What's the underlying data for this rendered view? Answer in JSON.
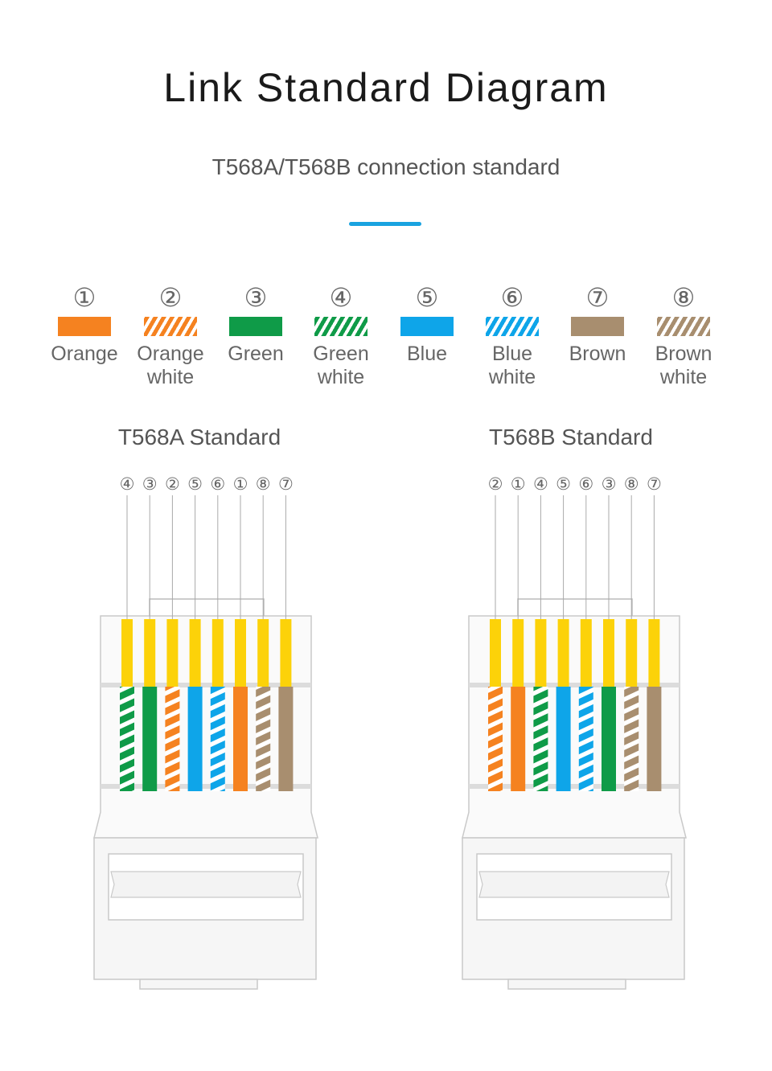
{
  "title": "Link Standard Diagram",
  "subtitle": "T568A/T568B connection standard",
  "colors": {
    "accent": "#1aa3e0",
    "orange": "#f58220",
    "green": "#0f9b48",
    "blue": "#0ea5e9",
    "brown": "#a88e6f",
    "contact": "#fcd209"
  },
  "legend": [
    {
      "num": "①",
      "label": "Orange",
      "color": "orange",
      "striped": false
    },
    {
      "num": "②",
      "label": "Orange\nwhite",
      "color": "orange",
      "striped": true
    },
    {
      "num": "③",
      "label": "Green",
      "color": "green",
      "striped": false
    },
    {
      "num": "④",
      "label": "Green\nwhite",
      "color": "green",
      "striped": true
    },
    {
      "num": "⑤",
      "label": "Blue",
      "color": "blue",
      "striped": false
    },
    {
      "num": "⑥",
      "label": "Blue\nwhite",
      "color": "blue",
      "striped": true
    },
    {
      "num": "⑦",
      "label": "Brown",
      "color": "brown",
      "striped": false
    },
    {
      "num": "⑧",
      "label": "Brown\nwhite",
      "color": "brown",
      "striped": true
    }
  ],
  "standards": [
    {
      "title": "T568A Standard",
      "order": [
        4,
        3,
        2,
        5,
        6,
        1,
        8,
        7
      ]
    },
    {
      "title": "T568B Standard",
      "order": [
        2,
        1,
        4,
        5,
        6,
        3,
        8,
        7
      ]
    }
  ],
  "circled": [
    "①",
    "②",
    "③",
    "④",
    "⑤",
    "⑥",
    "⑦",
    "⑧"
  ]
}
